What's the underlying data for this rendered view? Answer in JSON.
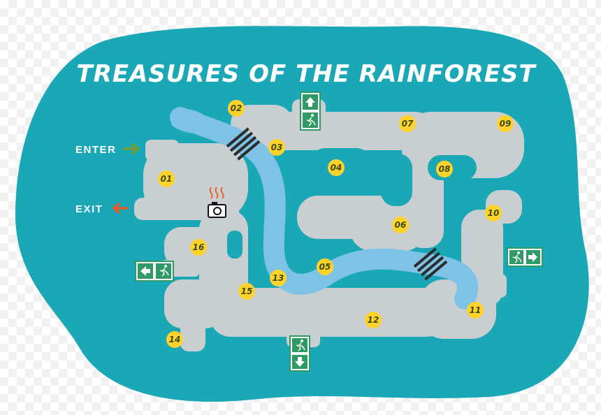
{
  "map": {
    "title": "TREASURES OF THE RAINFOREST",
    "enter_label": "ENTER",
    "exit_label": "EXIT",
    "stops": [
      "01",
      "02",
      "03",
      "04",
      "05",
      "06",
      "07",
      "08",
      "09",
      "10",
      "11",
      "12",
      "13",
      "14",
      "15",
      "16"
    ],
    "icons": {
      "photo_spot": "camera-icon",
      "emergency_exit": "running-man-exit-icon",
      "bridge": "bridge-icon"
    },
    "colors": {
      "sea": "#1aa8b6",
      "path": "#c9ced1",
      "water": "#7ec3e6",
      "stop_marker": "#ffd32a",
      "exit_sign": "#2f9a66",
      "enter_arrow": "#7a9a2a",
      "exit_arrow": "#e65a24"
    }
  }
}
